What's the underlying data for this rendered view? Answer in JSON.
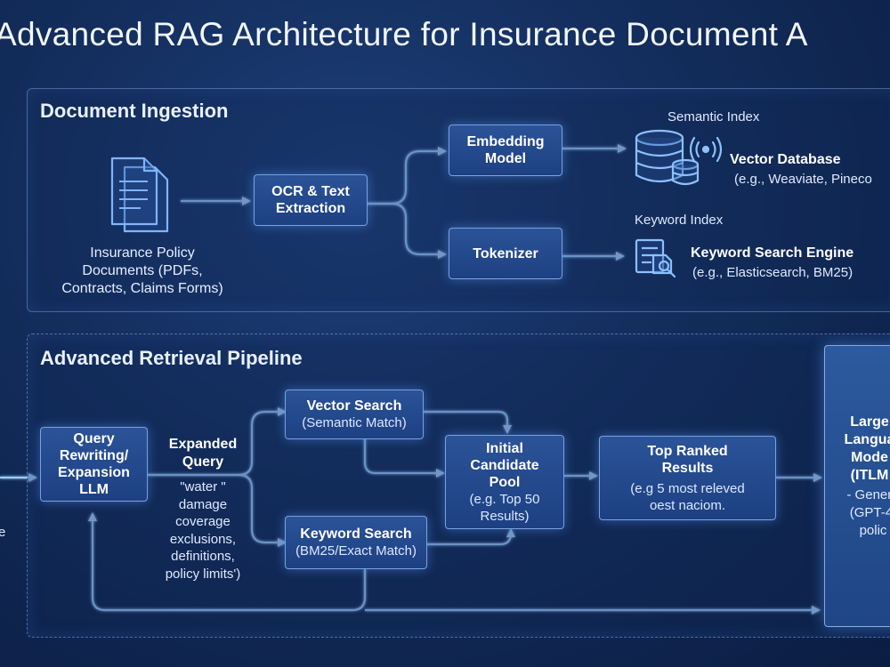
{
  "title": "Advanced RAG Architecture for Insurance Document A",
  "ingestion": {
    "section_title": "Document Ingestion",
    "source_lines": [
      "Insurance Policy",
      "Documents (PDFs,",
      "Contracts, Claims Forms)"
    ],
    "ocr_lines": [
      "OCR & Text",
      "Extraction"
    ],
    "embedding_lines": [
      "Embedding",
      "Model"
    ],
    "tokenizer": "Tokenizer",
    "semantic_index": "Semantic Index",
    "vector_db_title": "Vector Database",
    "vector_db_sub": "(e.g., Weaviate, Pineco",
    "keyword_index": "Keyword Index",
    "keyword_engine_title": "Keyword Search Engine",
    "keyword_engine_sub": "(e.g., Elasticsearch, BM25)"
  },
  "retrieval": {
    "section_title": "Advanced Retrieval Pipeline",
    "rewrite_lines": [
      "Query",
      "Rewriting/",
      "Expansion",
      "LLM"
    ],
    "expanded_lines": [
      "Expanded",
      "Query"
    ],
    "expanded_terms": [
      "\"water \"",
      "damage",
      "coverage",
      "exclusions,",
      "definitions,",
      "policy limits')"
    ],
    "left_fragment": "e",
    "vector_search_title": "Vector Search",
    "vector_search_sub": "(Semantic Match)",
    "keyword_search_title": "Keyword Search",
    "keyword_search_sub": "(BM25/Exact Match)",
    "pool_lines": [
      "Initial",
      "Candidate",
      "Pool"
    ],
    "pool_sub_lines": [
      "(e.g. Top 50",
      "Results)"
    ],
    "ranked_lines": [
      "Top Ranked",
      "Results"
    ],
    "ranked_sub_lines": [
      "(e.g 5 most releved",
      "oest naciom."
    ],
    "llm_lines": [
      "Large",
      "Langua",
      "Mode",
      "(ITLM"
    ],
    "llm_sub_lines": [
      "- Genera",
      "(GPT-4,",
      "polic"
    ]
  },
  "colors": {
    "background": "#132d5c",
    "box_fill": "#244a8e",
    "line": "#8fc3ff"
  },
  "icons": {
    "documents": "document-stack-icon",
    "database": "database-icon",
    "signal": "signal-waves-icon",
    "keyword_search": "document-search-icon"
  }
}
